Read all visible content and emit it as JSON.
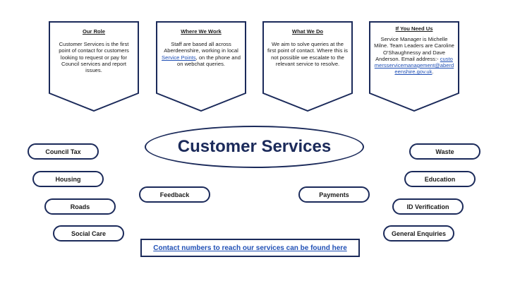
{
  "banners": [
    {
      "heading": "Our Role",
      "body": "Customer Services is the first point of contact for customers looking to request  or pay for Council services and report issues."
    },
    {
      "heading": "Where We Work",
      "body_pre": "Staff are based all across Aberdeenshire, working in local ",
      "link": "Service Points",
      "body_post": ", on the phone and on webchat queries."
    },
    {
      "heading": "What We Do",
      "body": "We aim to solve queries at the first point of contact. Where this is not possible we escalate to the relevant service to resolve."
    },
    {
      "heading": "If You Need Us",
      "body": "Service Manager is Michelle Milne.  Team Leaders are Caroline O'Shaughnessy and Dave Anderson. Email address:-",
      "link": "customersservicemanagement@aberdeenshire.gov.uk",
      "body_post": "."
    }
  ],
  "center_title": "Customer Services",
  "services_left": [
    "Council Tax",
    "Housing",
    "Roads",
    "Social Care"
  ],
  "services_right": [
    "Waste",
    "Education",
    "ID Verification",
    "General Enquiries"
  ],
  "services_middle": [
    "Feedback",
    "Payments"
  ],
  "contact_link": "Contact numbers to reach our services can be found here",
  "colors": {
    "border": "#1b2a5a",
    "link": "#1f4fb5"
  }
}
